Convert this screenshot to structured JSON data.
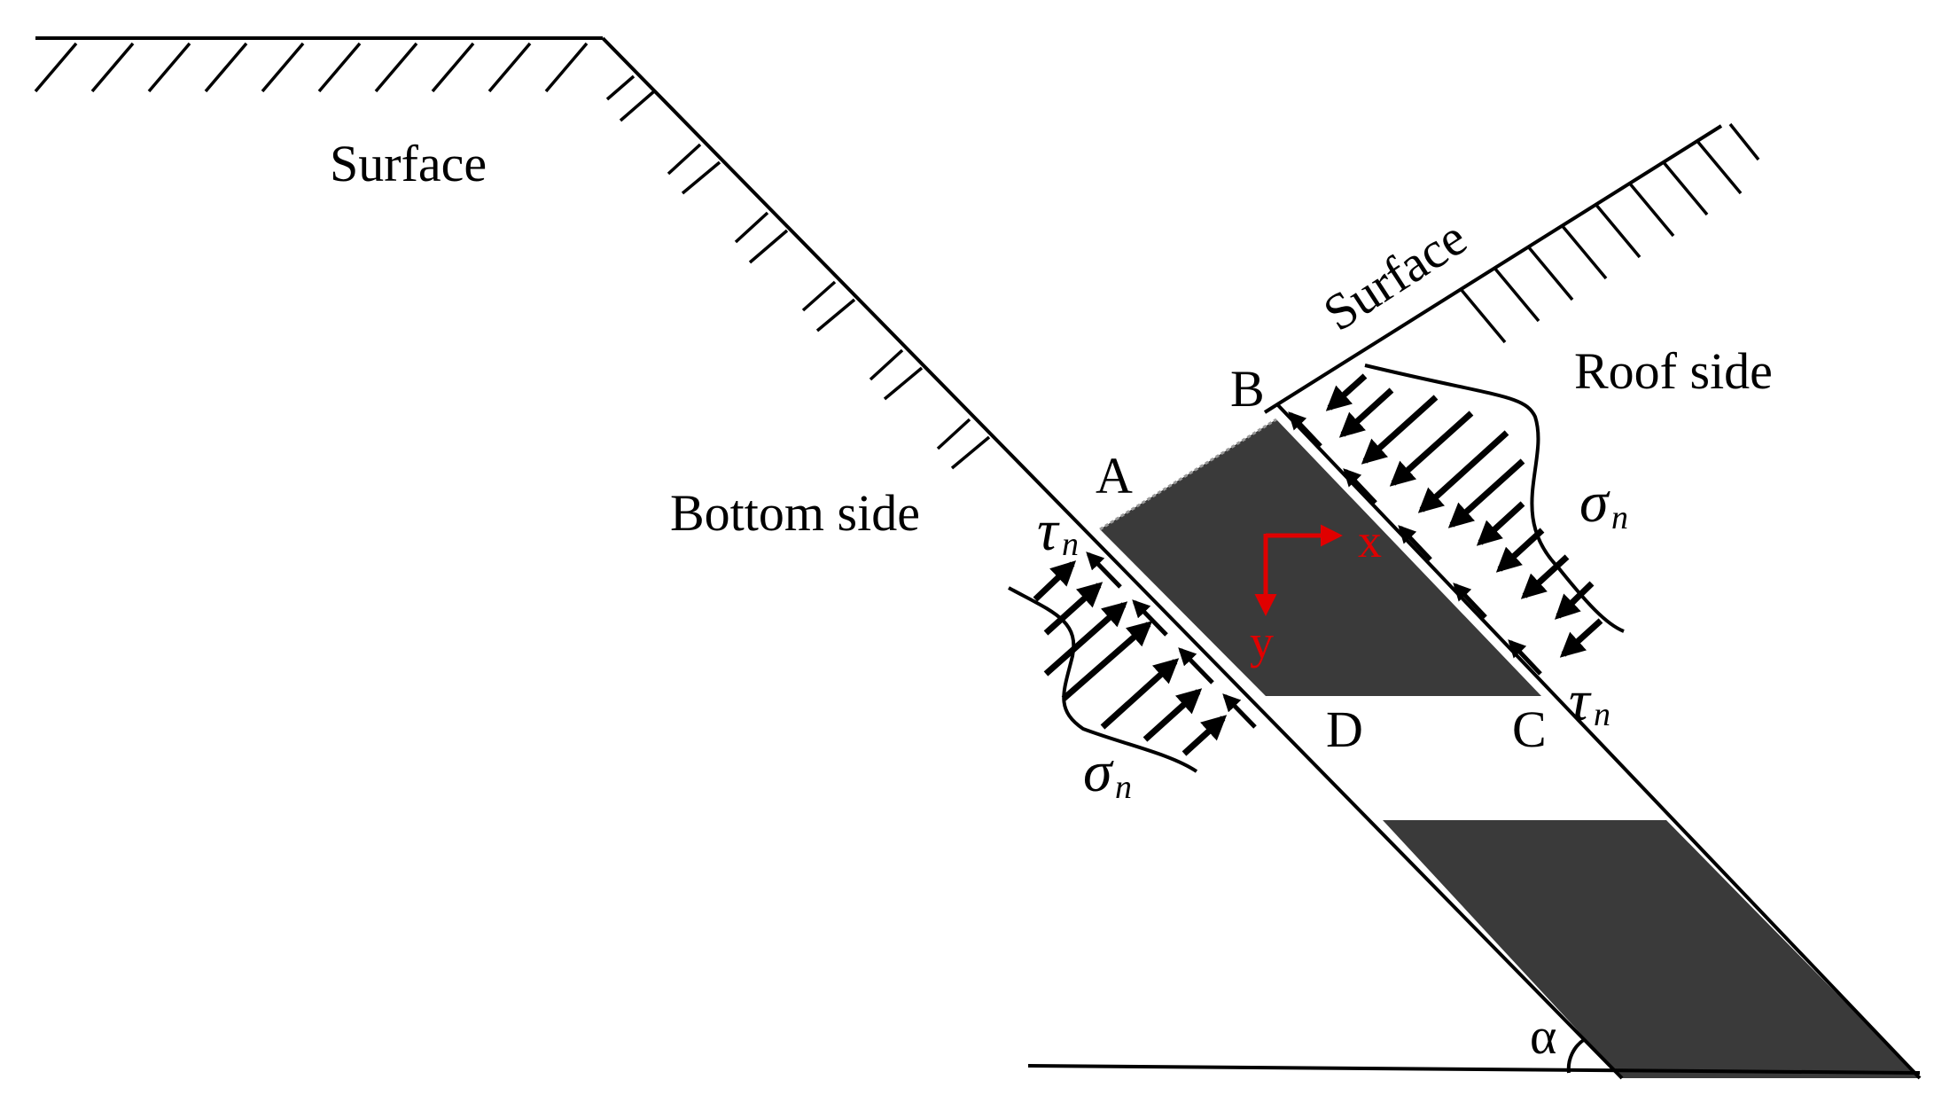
{
  "labels": {
    "surface_left": "Surface",
    "surface_right": "Surface",
    "roof_side": "Roof side",
    "bottom_side": "Bottom side",
    "point_a": "A",
    "point_b": "B",
    "point_c": "C",
    "point_d": "D",
    "alpha": "α",
    "axis_x": "x",
    "axis_y": "y"
  },
  "symbols": {
    "sigma": "σ",
    "tau": "τ",
    "subscript": "n"
  },
  "colors": {
    "seam_fill": "#3a3a3a",
    "axis_color": "#e00000",
    "line_color": "#000000"
  }
}
